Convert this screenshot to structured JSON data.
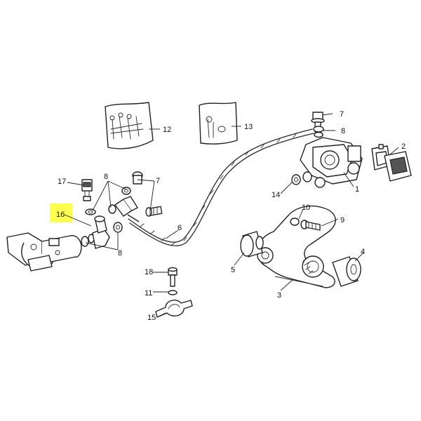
{
  "colors": {
    "highlight": "#ffff4d",
    "line": "#2a2a2a",
    "background": "#ffffff"
  },
  "highlighted_callout": "16",
  "callouts": {
    "c1": "1",
    "c2": "2",
    "c3": "3",
    "c4": "4",
    "c5": "5",
    "c6": "6",
    "c7a": "7",
    "c7b": "7",
    "c8a": "8",
    "c8b": "8",
    "c8c": "8",
    "c9": "9",
    "c10": "10",
    "c11": "11",
    "c12": "12",
    "c13": "13",
    "c14": "14",
    "c15": "15",
    "c16": "16",
    "c17": "17",
    "c18": "18"
  }
}
